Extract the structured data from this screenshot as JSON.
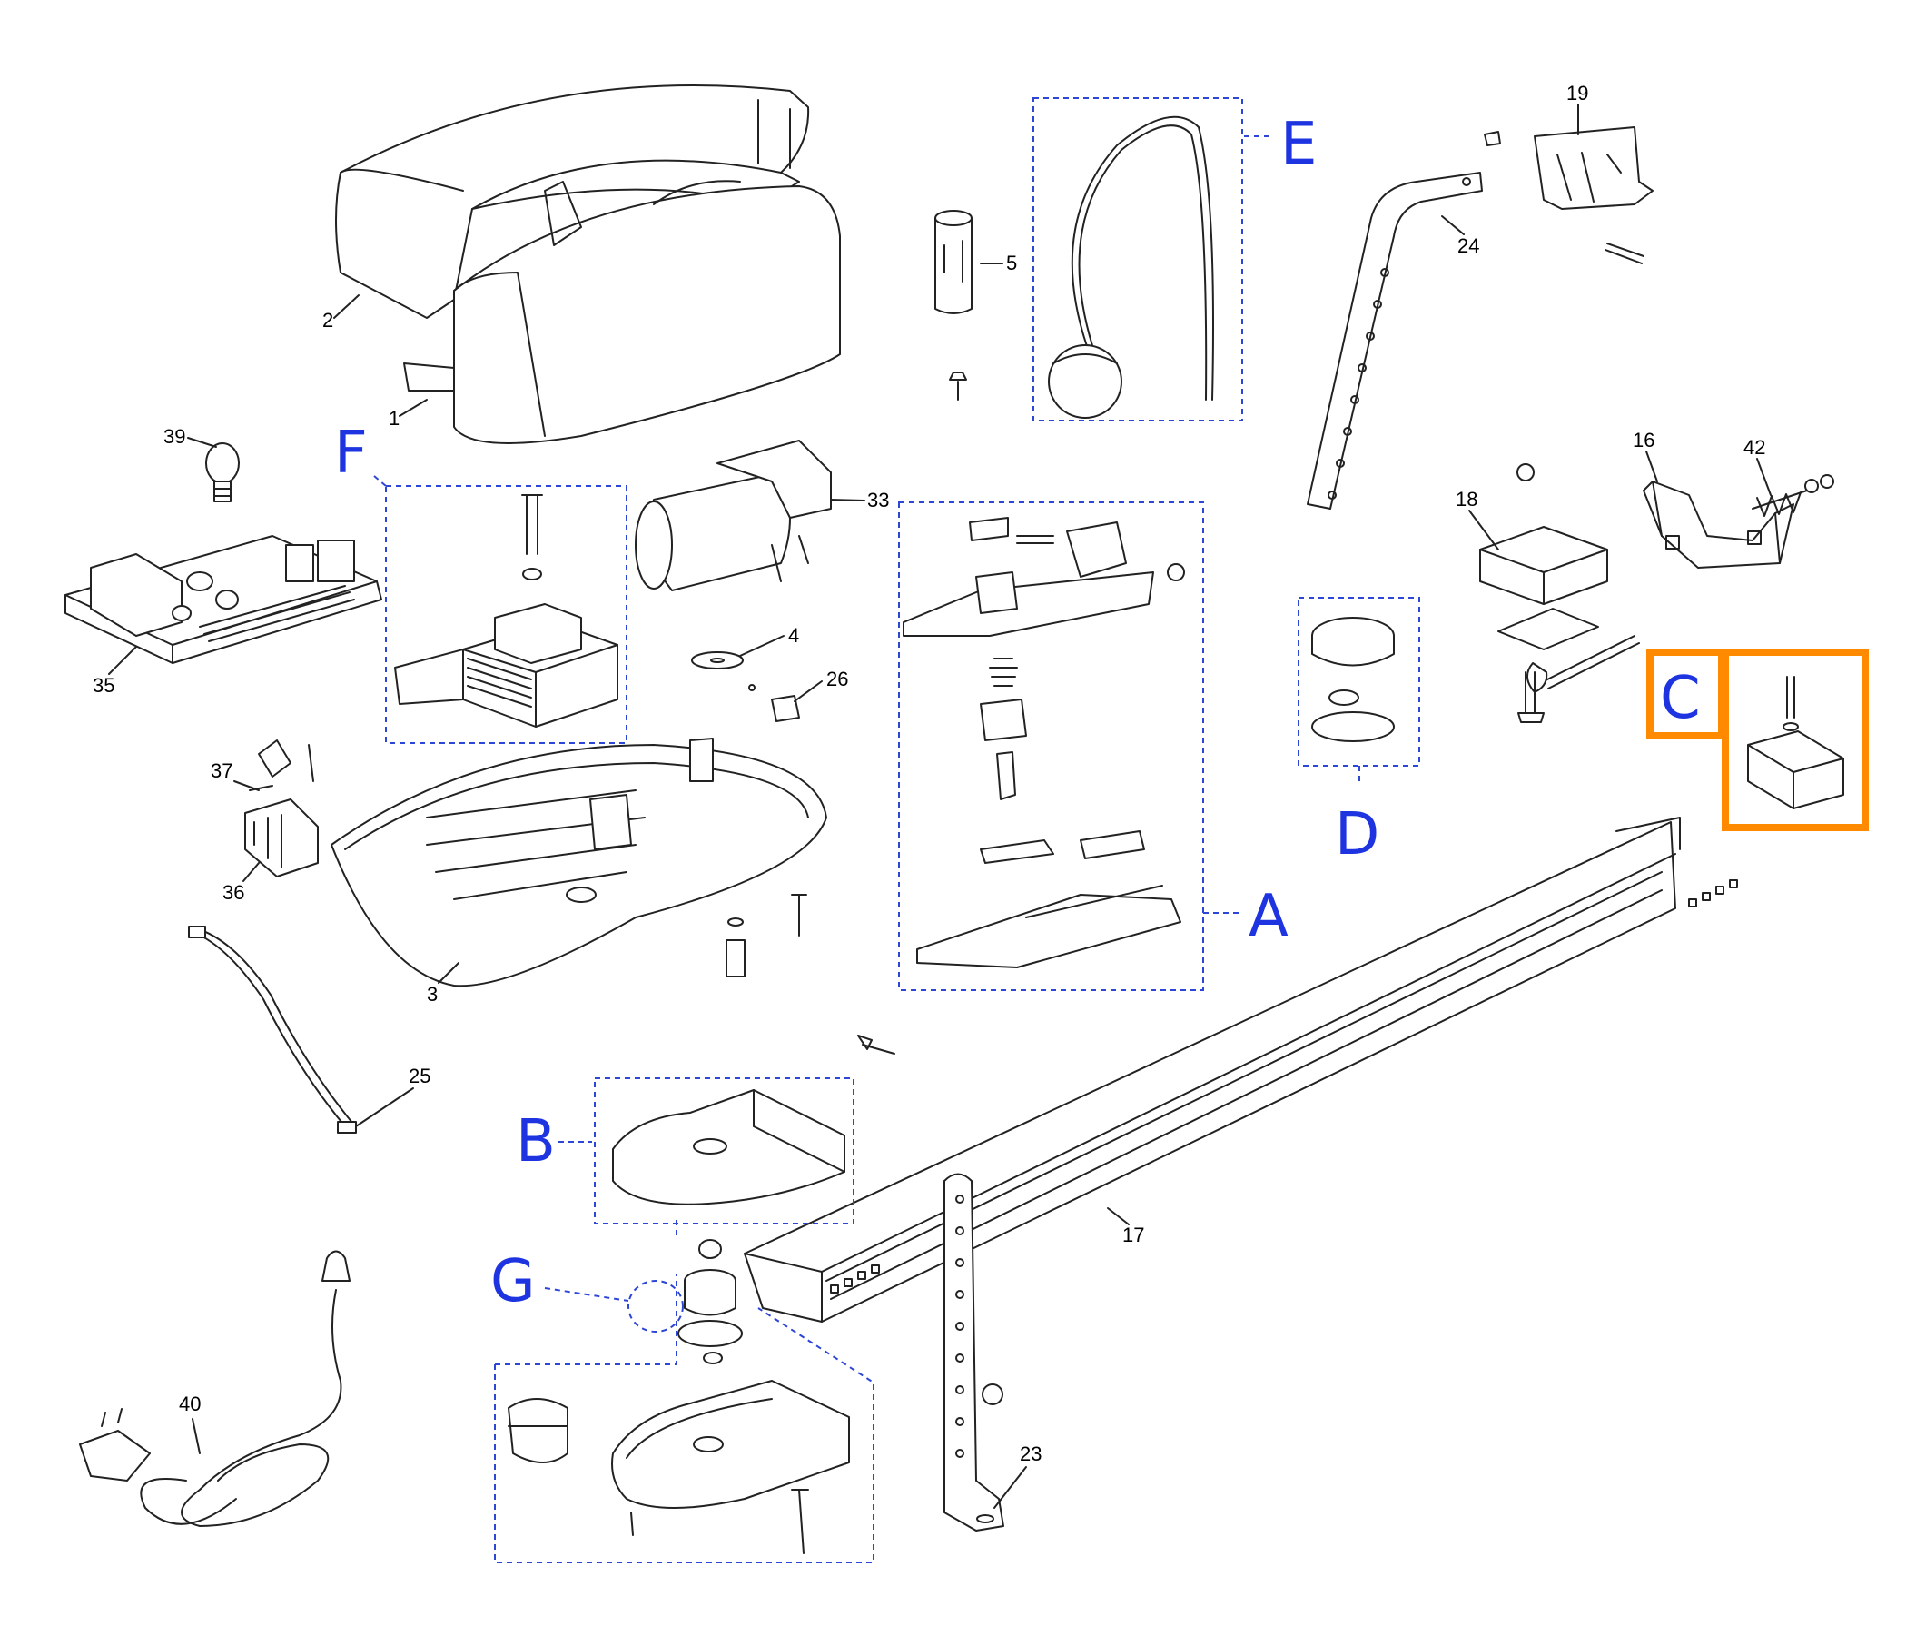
{
  "parts": [
    "1",
    "2",
    "3",
    "4",
    "5",
    "16",
    "17",
    "18",
    "19",
    "23",
    "24",
    "25",
    "26",
    "33",
    "35",
    "36",
    "37",
    "39",
    "40",
    "42"
  ],
  "groups": [
    "A",
    "B",
    "C",
    "D",
    "E",
    "F",
    "G"
  ],
  "colors": {
    "group_label": "#1e34e0",
    "group_box": "#2e46d6",
    "highlight": "#ff8a00",
    "line": "#222222"
  }
}
